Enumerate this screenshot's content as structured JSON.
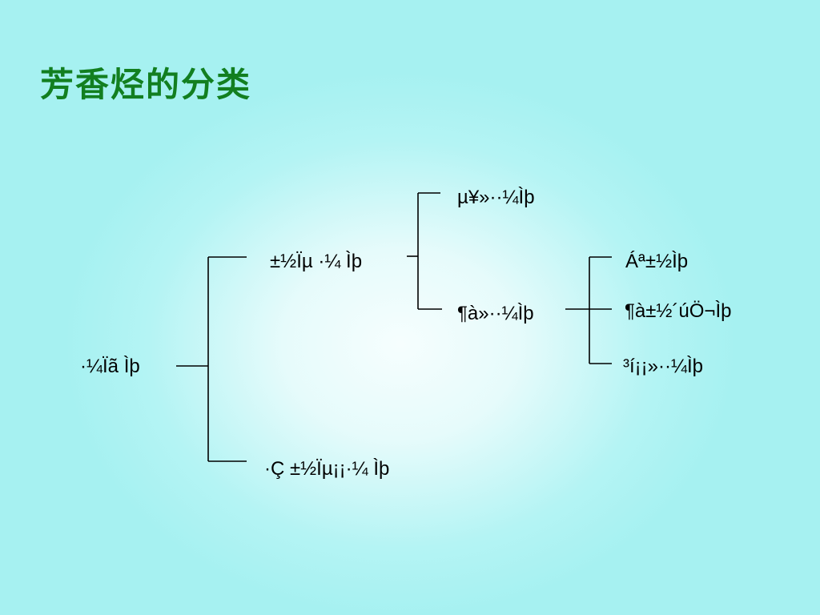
{
  "slide": {
    "title": "芳香烃的分类"
  },
  "tree": {
    "root": "·¼Ïã Ìþ",
    "level1": {
      "top": "±½Ïµ  ·¼ Ìþ",
      "bottom": "·Ç ±½Ïµ¡¡·¼ Ìþ"
    },
    "level2": {
      "top": "µ¥»··¼Ìþ",
      "bottom": "¶à»··¼Ìþ"
    },
    "level3": {
      "top": "Áª±½Ìþ",
      "middle": "¶à±½´úÖ¬Ìþ",
      "bottom": "³í¡¡»··¼Ìþ"
    }
  },
  "colors": {
    "title": "#127f20",
    "background": "#a6f1f1",
    "text": "#000000"
  }
}
